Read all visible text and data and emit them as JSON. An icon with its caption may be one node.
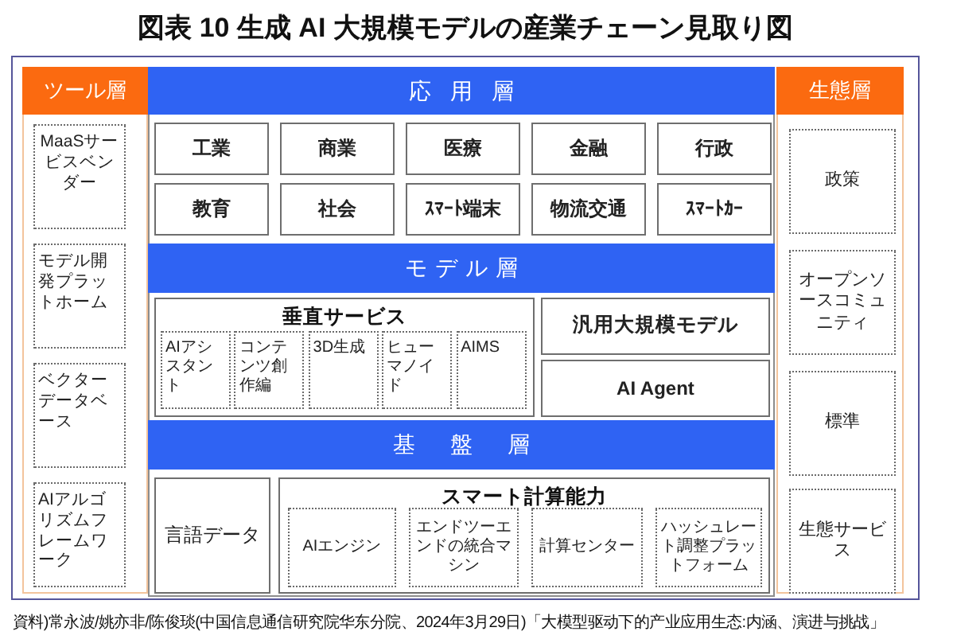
{
  "diagram": {
    "title": "図表 10 生成 AI 大規模モデルの産業チェーン見取り図",
    "caption": "資料)常永波/姚亦非/陈俊琰(中国信息通信研究院华东分院、2024年3月29日)「大模型驱动下的产业应用生态:内涵、演进与挑战」",
    "nodes": [
      {
        "text": [
          "ツール層"
        ]
      },
      {
        "text": [
          "MaaSサービスベンダー"
        ],
        "in": 0
      },
      {
        "text": [
          "モデル開発プラットホーム"
        ],
        "in": 0
      },
      {
        "text": [
          "ベクターデータベース"
        ],
        "in": 0
      },
      {
        "text": [
          "AIアルゴリズムフレームワーク"
        ],
        "in": 0
      },
      {
        "text": [
          "応用層"
        ]
      },
      {
        "text": [
          "工業"
        ],
        "in": 5
      },
      {
        "text": [
          "商業"
        ],
        "in": 5
      },
      {
        "text": [
          "医療"
        ],
        "in": 5
      },
      {
        "text": [
          "金融"
        ],
        "in": 5
      },
      {
        "text": [
          "行政"
        ],
        "in": 5
      },
      {
        "text": [
          "教育"
        ],
        "in": 5
      },
      {
        "text": [
          "社会"
        ],
        "in": 5
      },
      {
        "text": [
          "ｽﾏｰﾄ端末"
        ],
        "in": 5
      },
      {
        "text": [
          "物流交通"
        ],
        "in": 5
      },
      {
        "text": [
          "ｽﾏｰﾄｶｰ"
        ],
        "in": 5
      },
      {
        "text": [
          "モデル層"
        ]
      },
      {
        "text": [
          "垂直サービス"
        ],
        "in": 16
      },
      {
        "text": [
          "AIアシスタント"
        ],
        "in": 17
      },
      {
        "text": [
          "コンテンツ創作編"
        ],
        "in": 17
      },
      {
        "text": [
          "3D生成"
        ],
        "in": 17
      },
      {
        "text": [
          "ヒューマノイド"
        ],
        "in": 17
      },
      {
        "text": [
          "AIMS"
        ],
        "in": 17
      },
      {
        "text": [
          "汎用大規模モデル"
        ],
        "in": 16
      },
      {
        "text": [
          "AI Agent"
        ],
        "in": 16
      },
      {
        "text": [
          "基盤層"
        ]
      },
      {
        "text": [
          "言語データ"
        ],
        "in": 25
      },
      {
        "text": [
          "スマート計算能力"
        ],
        "in": 25
      },
      {
        "text": [
          "AIエンジン"
        ],
        "in": 27
      },
      {
        "text": [
          "エンドツーエンドの統合マシン"
        ],
        "in": 27
      },
      {
        "text": [
          "計算センター"
        ],
        "in": 27
      },
      {
        "text": [
          "ハッシュレート調整プラットフォーム"
        ],
        "in": 27
      },
      {
        "text": [
          "生態層"
        ]
      },
      {
        "text": [
          "政策"
        ],
        "in": 32
      },
      {
        "text": [
          "オープンソースコミュニティ"
        ],
        "in": 32
      },
      {
        "text": [
          "標準"
        ],
        "in": 32
      },
      {
        "text": [
          "生態サービス"
        ],
        "in": 32
      }
    ]
  }
}
